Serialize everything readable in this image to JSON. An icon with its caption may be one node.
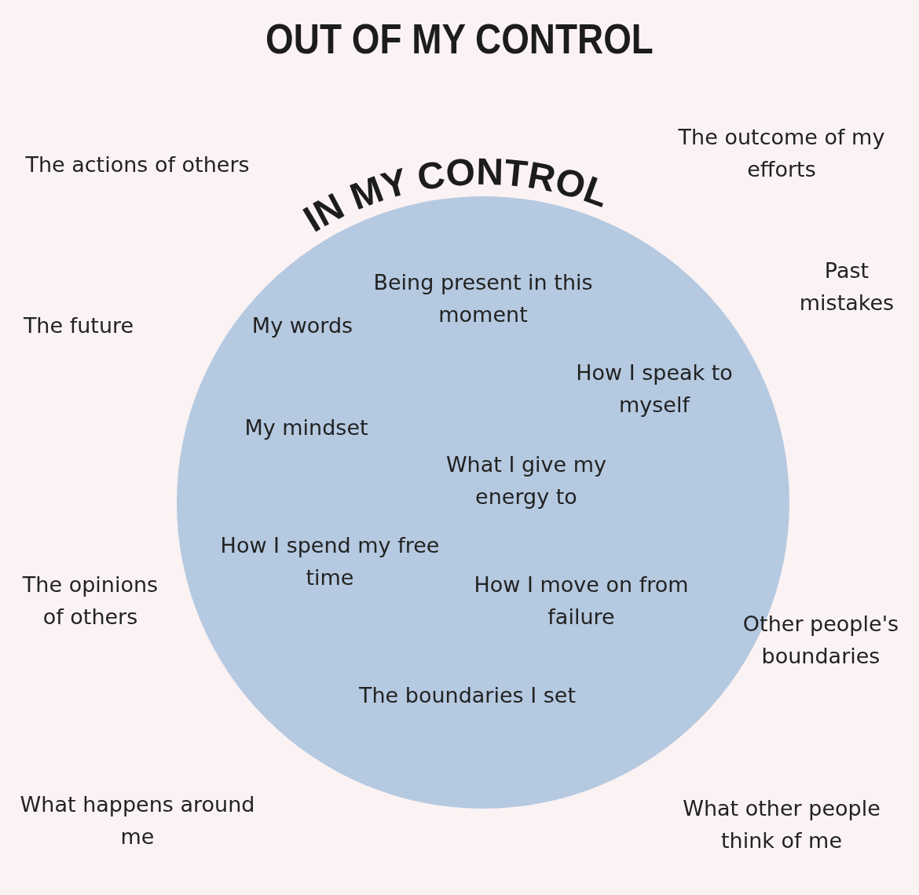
{
  "diagram": {
    "title": "OUT OF MY CONTROL",
    "nodes": [
      {
        "text": [
          "IN MY CONTROL",
          "Being present in this moment",
          "My words",
          "How I speak to myself",
          "My mindset",
          "What I give my energy to",
          "How I spend my free time",
          "How I move on from failure",
          "The boundaries I set"
        ]
      }
    ],
    "labels": [
      "The actions of others",
      "The outcome of my efforts",
      "The future",
      "Past mistakes",
      "The opinions of others",
      "Other people's boundaries",
      "What happens around me",
      "What other people think of me"
    ]
  }
}
